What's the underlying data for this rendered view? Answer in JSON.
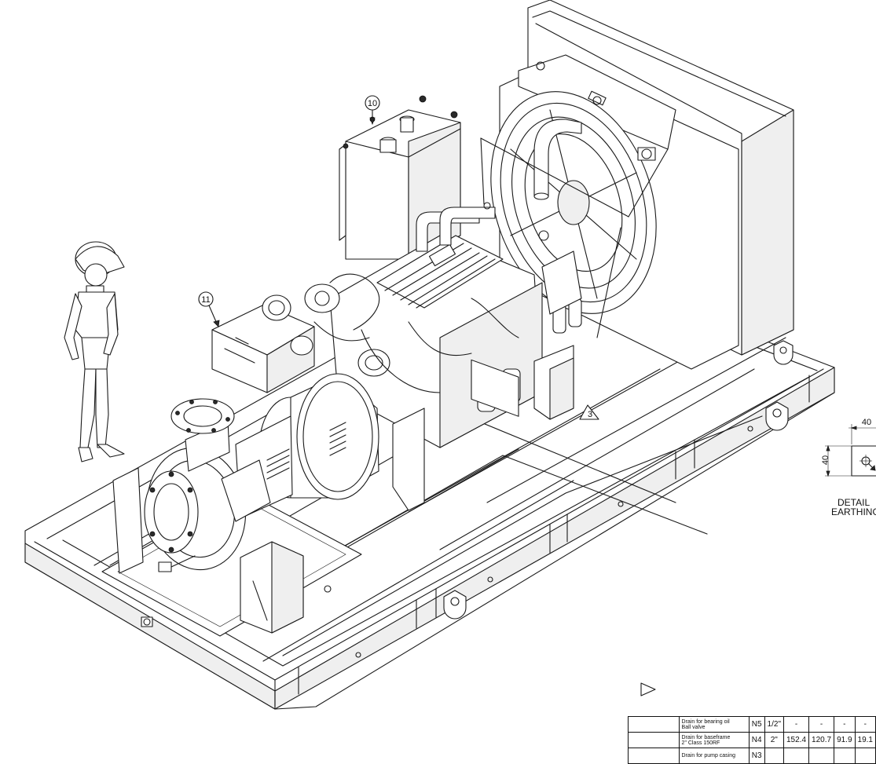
{
  "callouts": [
    {
      "id": "balloon-10",
      "text": "10"
    },
    {
      "id": "balloon-11",
      "text": "11"
    },
    {
      "id": "triangle-3",
      "text": "3"
    }
  ],
  "detail": {
    "dim_horizontal": "40",
    "dim_vertical": "40",
    "title_line1": "DETAIL",
    "title_line2": "EARTHING"
  },
  "nozzle_table": {
    "rows": [
      {
        "desc": "Drain for bearing oil\nBall valve",
        "tag": "N5",
        "size": "1/2\"",
        "v1": "-",
        "v2": "-",
        "v3": "-",
        "v4": "-"
      },
      {
        "desc": "Drain for baseframe\n2\" Class 150RF",
        "tag": "N4",
        "size": "2\"",
        "v1": "152.4",
        "v2": "120.7",
        "v3": "91.9",
        "v4": "19.1"
      },
      {
        "desc": "Drain for pump casing",
        "tag": "N3",
        "size": "",
        "v1": "",
        "v2": "",
        "v3": "",
        "v4": ""
      }
    ]
  }
}
